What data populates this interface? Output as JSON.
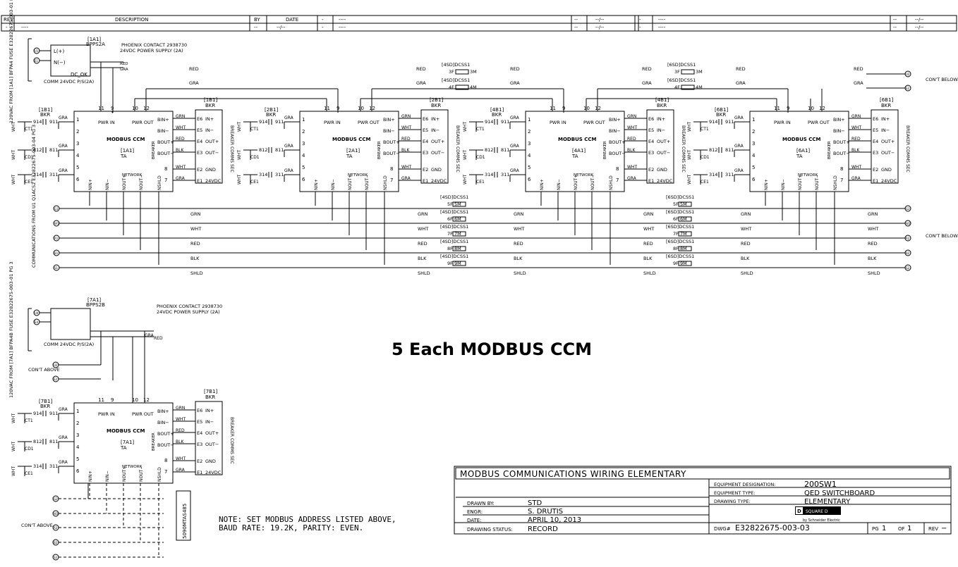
{
  "revision_table": {
    "headers": {
      "rev": "REV",
      "description": "DESCRIPTION",
      "by": "BY",
      "date": "DATE"
    },
    "row": {
      "rev": "-",
      "description": "----",
      "by": "--",
      "date": "--/--"
    }
  },
  "top_section": {
    "side_label_power": "120VAC FROM [1A1] BFPA4 FUSE E32822675-003-01 PG 3",
    "side_label_comms": "COMMUNICATIONS FROM U1 Q1ACS2 E32822675-003-04 PG 3",
    "psu": {
      "id": "[1A1]",
      "tag": "BPPS2A",
      "maker": "PHOENIX CONTACT 2938730",
      "spec": "24VDC POWER SUPPLY (2A)",
      "caption": "COMM 24VDC P/S(2A)",
      "l_plus": "L(+)",
      "n_minus": "N(−)",
      "dc_ok": "DC_OK",
      "term_u1": "U1",
      "term_e1": "E1",
      "red": "RED",
      "gra": "GRA"
    },
    "cont_below": "CON'T BELOW",
    "cont_terms_top": [
      "U2",
      "E2"
    ],
    "cont_terms_bus": [
      "G2",
      "W2",
      "R2",
      "B2",
      "S2"
    ],
    "bus_terms": [
      "G1",
      "W1",
      "R1",
      "B1",
      "S1"
    ],
    "bus_colors": [
      "GRN",
      "WHT",
      "RED",
      "BLK",
      "SHLD"
    ]
  },
  "ccms": [
    {
      "id": "[1A1]",
      "bkr": "[1B1]",
      "in_bkr": "[1B1]"
    },
    {
      "id": "[2A1]",
      "bkr": "[2B1]",
      "in_bkr": "[2B1]"
    },
    {
      "id": "[4A1]",
      "bkr": "[4B1]",
      "in_bkr": "[4B1]"
    },
    {
      "id": "[6A1]",
      "bkr": "[6B1]",
      "in_bkr": "[6B1]"
    }
  ],
  "ccm_common": {
    "title": "MODBUS CCM",
    "sub": "TA",
    "pwr_in": "PWR IN",
    "pwr_out": "PWR OUT",
    "pins_top": [
      "11",
      "9",
      "10",
      "12"
    ],
    "pins_left": [
      "1",
      "2",
      "3",
      "4",
      "5",
      "6"
    ],
    "pins_right": [
      "BIN+",
      "BIN−",
      "BOUT+",
      "BOUT−"
    ],
    "pins_right_num": [
      "8",
      "7"
    ],
    "breaker_label": "BREAKER",
    "network": "NETWORK",
    "pins_bottom": [
      "NIN+",
      "NIN−",
      "NOUT+",
      "NOUT−",
      "NSHLD"
    ],
    "bkr_label": "BKR",
    "contacts": [
      {
        "a": "914",
        "b": "911",
        "tag": "CT1"
      },
      {
        "a": "812",
        "b": "811",
        "tag": "CD1"
      },
      {
        "a": "314",
        "b": "311",
        "tag": "CE1"
      }
    ],
    "wire_grn": "GRN",
    "wire_wht": "WHT",
    "wire_red": "RED",
    "wire_blk": "BLK",
    "wire_gra": "GRA",
    "bkr_term_labels": [
      "E6",
      "E5",
      "E4",
      "E3",
      "E2",
      "E1"
    ],
    "bkr_pins": [
      "IN+",
      "IN−",
      "OUT+",
      "OUT−",
      "GND",
      "24VDC"
    ],
    "bkr_side": "BREAKER COMMS SEC"
  },
  "dcss_jumpers": [
    {
      "group": "[4SD]DCSS1",
      "pins": [
        "3F",
        "3M"
      ]
    },
    {
      "group": "[4SD]DCSS1",
      "pins": [
        "4F",
        "4M"
      ]
    },
    {
      "group": "[6SD]DCSS1",
      "pins": [
        "3F",
        "3M"
      ]
    },
    {
      "group": "[6SD]DCSS1",
      "pins": [
        "4F",
        "4M"
      ]
    }
  ],
  "dcss_bus": {
    "left": {
      "group": "[4SD]DCSS1",
      "rows": [
        "5F 5M",
        "6F 6M",
        "7F 7M",
        "8F 8M",
        "9F 9M"
      ]
    },
    "right": {
      "group": "[6SD]DCSS1",
      "rows": [
        "5F 5M",
        "6F 6M",
        "7F 7M",
        "8F 8M",
        "9F 9M"
      ]
    }
  },
  "bottom_section": {
    "side_label_power": "120VAC FROM [7A1] BFPA4B FUSE E32822675-003-01 PG 3",
    "psu": {
      "id": "[7A1]",
      "tag": "BPPS2B",
      "maker": "PHOENIX CONTACT 2938730",
      "spec": "24VDC POWER SUPPLY (2A)",
      "caption": "COMM 24VDC P/S(2A)",
      "term_u1": "U4",
      "term_e1": "E4"
    },
    "ccm": {
      "id": "[7A1]",
      "bkr": "[7B1]",
      "in_bkr": "[7B1]"
    },
    "cont_above": "CON'T ABOVE",
    "cont_terms_top": [
      "U2",
      "E2"
    ],
    "cont_terms_bus": [
      "G2",
      "W2",
      "R2",
      "B2",
      "S2"
    ],
    "resistor": "5090MTAS485",
    "note_line1": "NOTE: SET MODBUS ADDRESS LISTED ABOVE,",
    "note_line2": "BAUD RATE: 19.2K, PARITY: EVEN."
  },
  "overlay_title": "5 Each MODBUS CCM",
  "title_block": {
    "title": "MODBUS COMMUNICATIONS WIRING ELEMENTARY",
    "equipment_designation_label": "EQUIPMENT DESIGNATION:",
    "equipment_designation": "200SW1",
    "equipment_type_label": "EQUIPMENT TYPE:",
    "equipment_type": "QED SWITCHBOARD",
    "drawing_type_label": "DRAWING TYPE:",
    "drawing_type": "ELEMENTARY",
    "drawn_by_label": "DRAWN BY:",
    "drawn_by": "STD",
    "engr_label": "ENGR:",
    "engr": "S. DRUTIS",
    "date_label": "DATE:",
    "date": "APRIL 10, 2013",
    "status_label": "DRAWING STATUS:",
    "status": "RECORD",
    "dwg_label": "DWG#",
    "dwg": "E32822675-003-03",
    "pg_label": "PG",
    "pg": "1",
    "of_label": "OF",
    "of": "1",
    "rev_label": "REV",
    "rev": "−",
    "logo_sub": "by Schneider Electric",
    "logo_text": "SQUARE D"
  }
}
